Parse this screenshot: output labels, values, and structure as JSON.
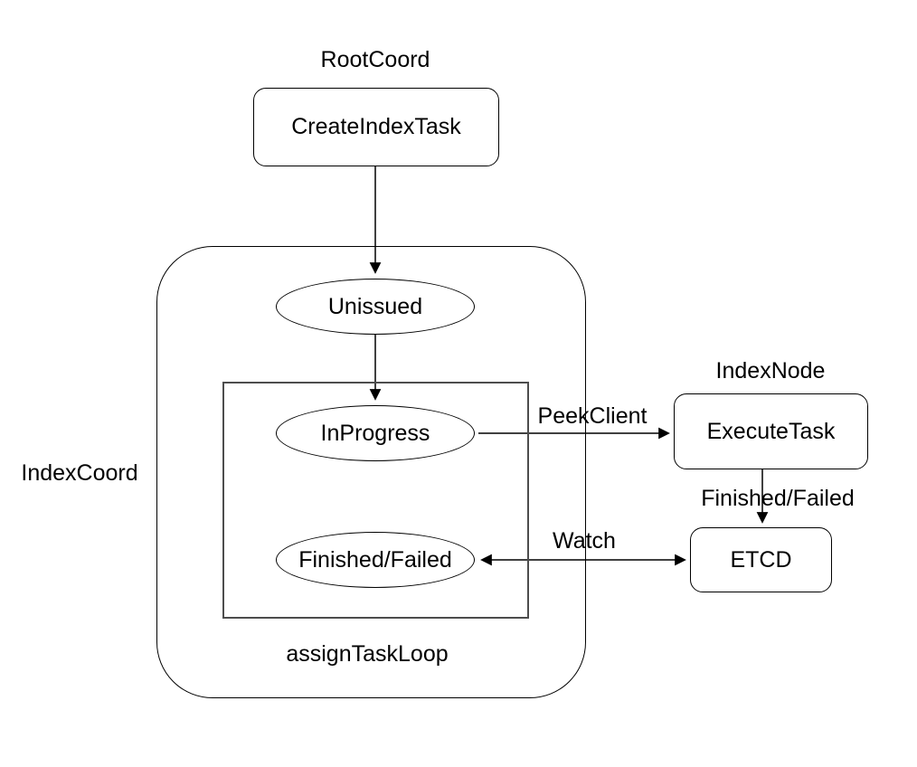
{
  "colors": {
    "background": "#ffffff",
    "shape_stroke": "#000000",
    "inner_box_stroke": "#4d4d4d",
    "text": "#000000"
  },
  "group_labels": {
    "root_coord": "RootCoord",
    "index_coord": "IndexCoord",
    "index_node": "IndexNode",
    "assign_task_loop": "assignTaskLoop"
  },
  "nodes": {
    "create_index_task": "CreateIndexTask",
    "unissued": "Unissued",
    "in_progress": "InProgress",
    "finished_failed_state": "Finished/Failed",
    "execute_task": "ExecuteTask",
    "etcd": "ETCD"
  },
  "edge_labels": {
    "peek_client": "PeekClient",
    "finished_failed": "Finished/Failed",
    "watch": "Watch"
  }
}
